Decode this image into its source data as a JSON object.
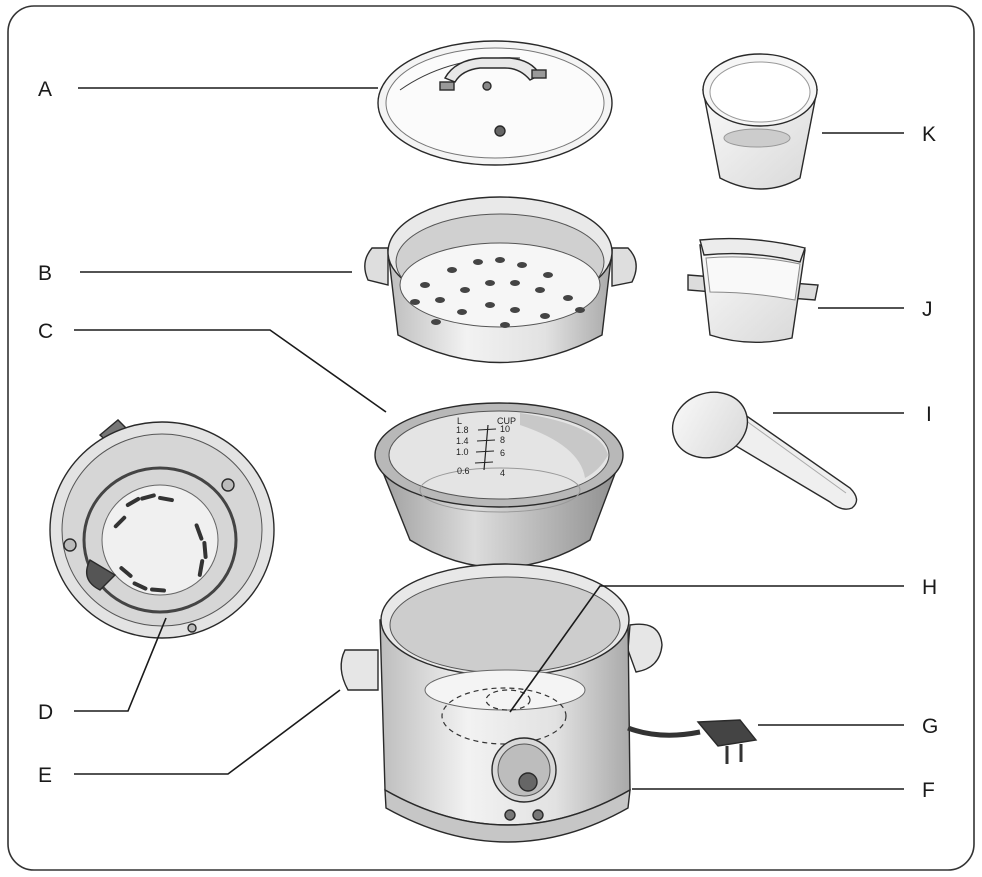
{
  "diagram": {
    "callouts": {
      "A": "A",
      "B": "B",
      "C": "C",
      "D": "D",
      "E": "E",
      "F": "F",
      "G": "G",
      "H": "H",
      "I": "I",
      "J": "J",
      "K": "K"
    },
    "inner_pot_scale": {
      "left_unit": "L",
      "right_unit": "CUP",
      "left_marks": [
        "1.8",
        "1.4",
        "1.0",
        "0.6"
      ],
      "right_marks": [
        "10",
        "8",
        "6",
        "4"
      ]
    }
  },
  "colors": {
    "outline": "#2a2a2a",
    "light_gray": "#ececec",
    "mid_gray": "#cfcfcf",
    "dark_gray": "#8a8a8a"
  }
}
